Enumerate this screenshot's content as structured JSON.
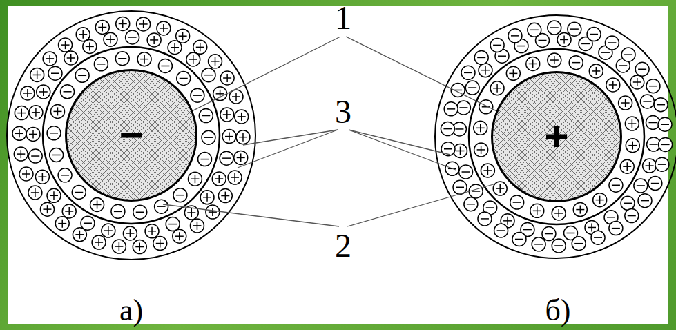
{
  "diagram": {
    "nodes": [
      {
        "text": [
          "−"
        ]
      },
      {
        "text": [
          "+"
        ]
      }
    ],
    "labels": [
      "1",
      "3",
      "2",
      "а)",
      "б)"
    ]
  }
}
